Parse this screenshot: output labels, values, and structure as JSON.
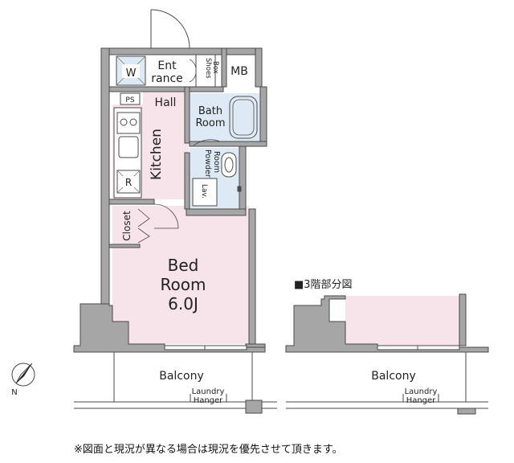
{
  "rooms": {
    "entrance_line1": "Ent",
    "entrance_line2": "rance",
    "washer": "W",
    "shoes_box_line1": "Shoes",
    "shoes_box_line2": "Box",
    "mb": "MB",
    "ps": "PS",
    "hall": "Hall",
    "bath_line1": "Bath",
    "bath_line2": "Room",
    "kitchen": "Kitchen",
    "powder_line1": "Powder",
    "powder_line2": "Room",
    "lav": "Lav.",
    "refrigerator": "R",
    "closet": "Closet",
    "bed_line1": "Bed",
    "bed_line2": "Room",
    "bed_size": "6.0J"
  },
  "balcony_main": {
    "label": "Balcony",
    "laundry_line1": "Laundry",
    "laundry_line2": "Hanger"
  },
  "third_floor": {
    "title": "■3階部分図",
    "balcony_label": "Balcony",
    "laundry_line1": "Laundry",
    "laundry_line2": "Hanger"
  },
  "compass": {
    "north": "N"
  },
  "footer_note": "※図面と現況が異なる場合は現況を優先させて頂きます。",
  "colors": {
    "room_pink": "#f7e3ea",
    "wet_blue": "#dde9f4",
    "wall_gray": "#a6a6a6",
    "wall_dark": "#4a4a4a"
  }
}
